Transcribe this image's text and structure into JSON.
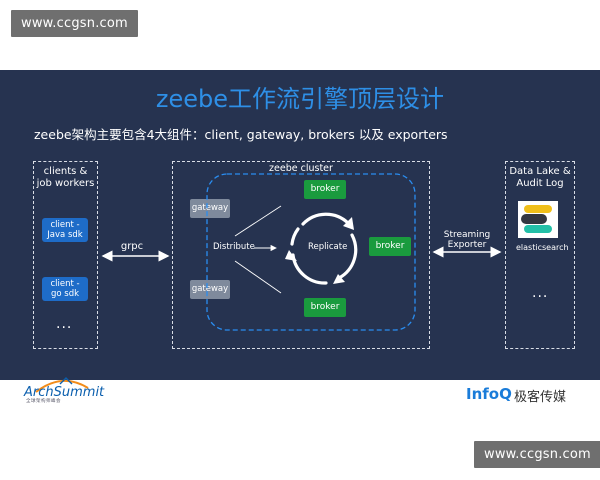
{
  "watermark_top": "www.ccgsn.com",
  "watermark_bottom": "www.ccgsn.com",
  "slide": {
    "title": "zeebe工作流引擎顶层设计",
    "subtitle": "zeebe架构主要包含4大组件：client, gateway, brokers 以及 exporters",
    "clients": {
      "label": "clients &\njob workers",
      "java": "client -\nJava sdk",
      "go": "client -\ngo sdk",
      "ellipsis": "..."
    },
    "grpc": "grpc",
    "cluster": {
      "label": "zeebe cluster",
      "gateway1": "gateway",
      "gateway2": "gateway",
      "distribute": "Distribute",
      "replicate": "Replicate",
      "broker_top": "broker",
      "broker_right": "broker",
      "broker_bottom": "broker"
    },
    "exporter": "Streaming\nExporter",
    "datalake": {
      "label": "Data Lake &\nAudit Log",
      "es": "elasticsearch",
      "ellipsis": "..."
    }
  },
  "footer": {
    "archsummit": "ArchSummit",
    "archsummit_sub": "全球架构师峰会",
    "infoq": "InfoQ",
    "infoq_cn": "极客传媒"
  }
}
